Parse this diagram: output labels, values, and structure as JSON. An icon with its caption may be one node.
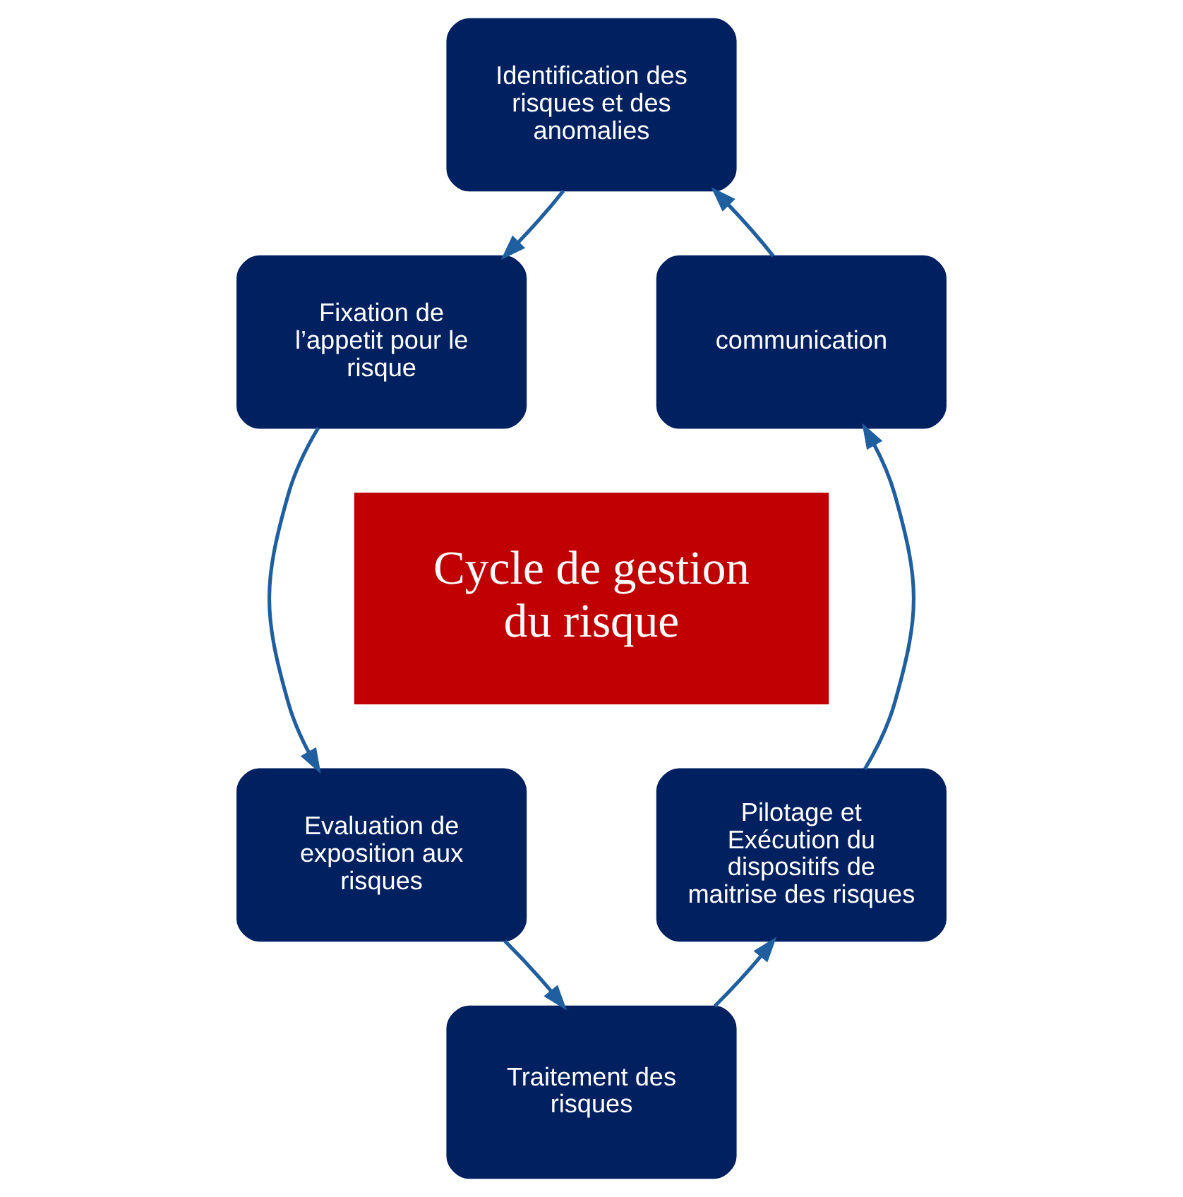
{
  "diagram": {
    "nodes": [
      {
        "text": [
          "Identification des risques et des anomalies"
        ]
      },
      {
        "text": [
          "Fixation de l’appetit pour le risque"
        ]
      },
      {
        "text": [
          "Evaluation de exposition aux risques"
        ]
      },
      {
        "text": [
          "Traitement des risques"
        ]
      },
      {
        "text": [
          "Pilotage et Exécution du dispositifs de maitrise des risques"
        ]
      },
      {
        "text": [
          "communication"
        ]
      },
      {
        "text": [
          "Cycle de gestion du risque"
        ]
      }
    ],
    "edges": [
      {
        "from": 0,
        "to": 1,
        "arrow": "to"
      },
      {
        "from": 1,
        "to": 2,
        "arrow": "to"
      },
      {
        "from": 2,
        "to": 3,
        "arrow": "to"
      },
      {
        "from": 3,
        "to": 4,
        "arrow": "to"
      },
      {
        "from": 4,
        "to": 5,
        "arrow": "to"
      },
      {
        "from": 5,
        "to": 0,
        "arrow": "to"
      }
    ]
  }
}
